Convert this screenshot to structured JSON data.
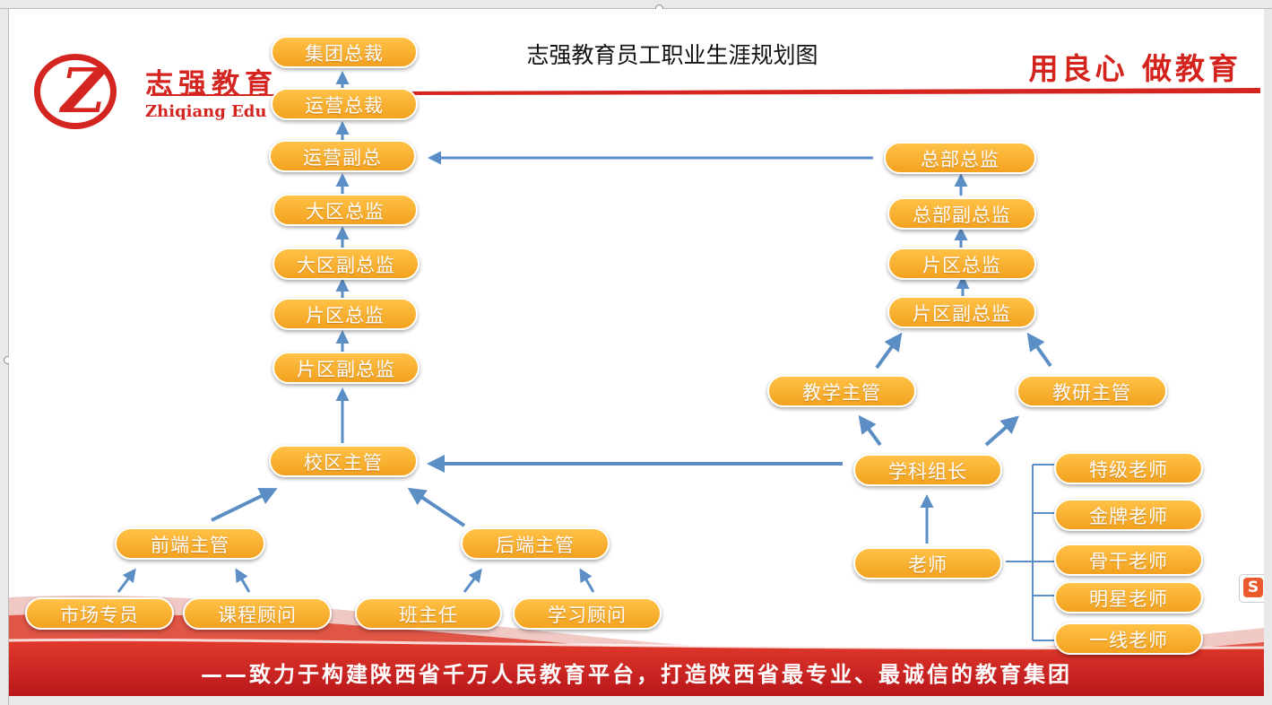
{
  "header": {
    "title": "志强教育员工职业生涯规划图",
    "slogan": "用良心 做教育",
    "logo_letter": "Z",
    "logo_cn": "志强教育",
    "logo_en": "Zhiqiang Edu"
  },
  "footer": {
    "text": "——致力于构建陕西省千万人民教育平台，打造陕西省最专业、最诚信的教育集团"
  },
  "colors": {
    "node_fill": "#f6a92a",
    "arrow": "#5b8ec5",
    "brand_red": "#d42520"
  },
  "nodes": {
    "group_president": "集团总裁",
    "ops_president": "运营总裁",
    "ops_vp": "运营副总",
    "region_director": "大区总监",
    "region_deputy": "大区副总监",
    "area_director_left": "片区总监",
    "area_deputy_left": "片区副总监",
    "campus_manager": "校区主管",
    "frontend_manager": "前端主管",
    "backend_manager": "后端主管",
    "marketing_specialist": "市场专员",
    "course_consultant": "课程顾问",
    "head_teacher": "班主任",
    "study_consultant": "学习顾问",
    "hq_director": "总部总监",
    "hq_deputy": "总部副总监",
    "area_director_right": "片区总监",
    "area_deputy_right": "片区副总监",
    "teaching_manager": "教学主管",
    "research_manager": "教研主管",
    "subject_leader": "学科组长",
    "teacher": "老师",
    "special_teacher": "特级老师",
    "gold_teacher": "金牌老师",
    "backbone_teacher": "骨干老师",
    "star_teacher": "明星老师",
    "frontline_teacher": "一线老师"
  },
  "badge": {
    "label": "S"
  }
}
